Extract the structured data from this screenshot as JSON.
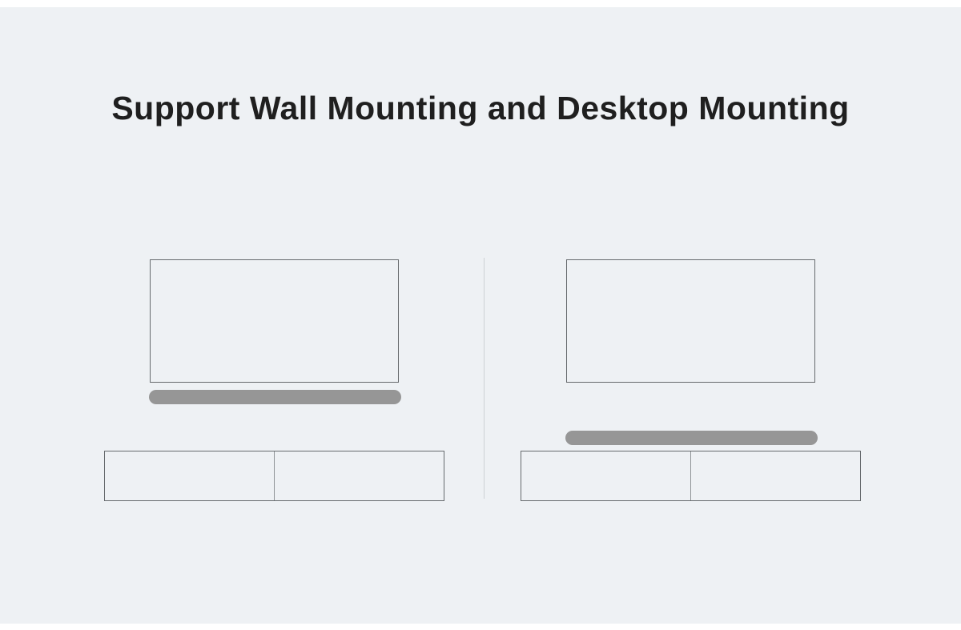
{
  "page": {
    "title": "Support Wall Mounting and Desktop Mounting"
  },
  "diagrams": {
    "left": {
      "name": "wall-mounting"
    },
    "right": {
      "name": "desktop-mounting"
    }
  },
  "colors": {
    "background": "#eef1f4",
    "title_text": "#1f1f1f",
    "outline": "#666a6d",
    "outline_soft": "#8f9396",
    "soundbar": "#969696",
    "divider": "#ccd1d5"
  }
}
